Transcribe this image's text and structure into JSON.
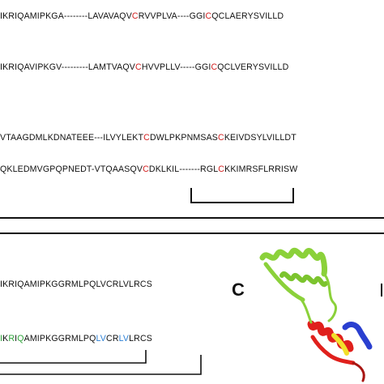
{
  "alignment": [
    {
      "segments": [
        {
          "t": "IKRIQAMIPKGA--------LAVAVAQV",
          "c": ""
        },
        {
          "t": "C",
          "c": "red"
        },
        {
          "t": "RVVPLVA----GGI",
          "c": ""
        },
        {
          "t": "C",
          "c": "red"
        },
        {
          "t": "QCLAERYSVILLD",
          "c": ""
        }
      ]
    },
    {
      "segments": [
        {
          "t": "IKRIQAVIPKGV---------LAMTVAQV",
          "c": ""
        },
        {
          "t": "C",
          "c": "red"
        },
        {
          "t": "HVVPLLV-----GGI",
          "c": ""
        },
        {
          "t": "C",
          "c": "red"
        },
        {
          "t": "QCLVERYSVILLD",
          "c": ""
        }
      ]
    },
    {
      "segments": [
        {
          "t": "VTAAGDMLKDNATEEE---ILVYLEKT",
          "c": ""
        },
        {
          "t": "C",
          "c": "red"
        },
        {
          "t": "DWLPKPNMSAS",
          "c": ""
        },
        {
          "t": "C",
          "c": "red"
        },
        {
          "t": "KEIVDSYLVILLDT",
          "c": ""
        }
      ]
    },
    {
      "segments": [
        {
          "t": "QKLEDMVGPQPNEDT-VTQAASQV",
          "c": ""
        },
        {
          "t": "C",
          "c": "red"
        },
        {
          "t": "DKLKIL-------RGL",
          "c": ""
        },
        {
          "t": "C",
          "c": "red"
        },
        {
          "t": "KKIMRSFLRRISW",
          "c": ""
        }
      ]
    }
  ],
  "lower_sequences": [
    {
      "segments": [
        {
          "t": "IKRIQAMIPKGGRMLPQLVCRLVLRCS",
          "c": ""
        }
      ]
    },
    {
      "segments": [
        {
          "t": "I",
          "c": "green"
        },
        {
          "t": "K",
          "c": ""
        },
        {
          "t": "R",
          "c": "green"
        },
        {
          "t": "I",
          "c": ""
        },
        {
          "t": "Q",
          "c": "green"
        },
        {
          "t": "A",
          "c": ""
        },
        {
          "t": "MIPKGGRMLPQ",
          "c": ""
        },
        {
          "t": "LV",
          "c": "blue"
        },
        {
          "t": "CR",
          "c": ""
        },
        {
          "t": "LV",
          "c": "blue"
        },
        {
          "t": "LRCS",
          "c": ""
        }
      ]
    }
  ],
  "panel_label": "C",
  "colors": {
    "cysteine": "#d32020",
    "green_residue": "#2ea33a",
    "blue_residue": "#2b7fd4",
    "helix_green": "#8bd13a",
    "helix_red": "#e0201c",
    "helix_yellow": "#f2e02a",
    "helix_blue": "#2a3fd0"
  }
}
